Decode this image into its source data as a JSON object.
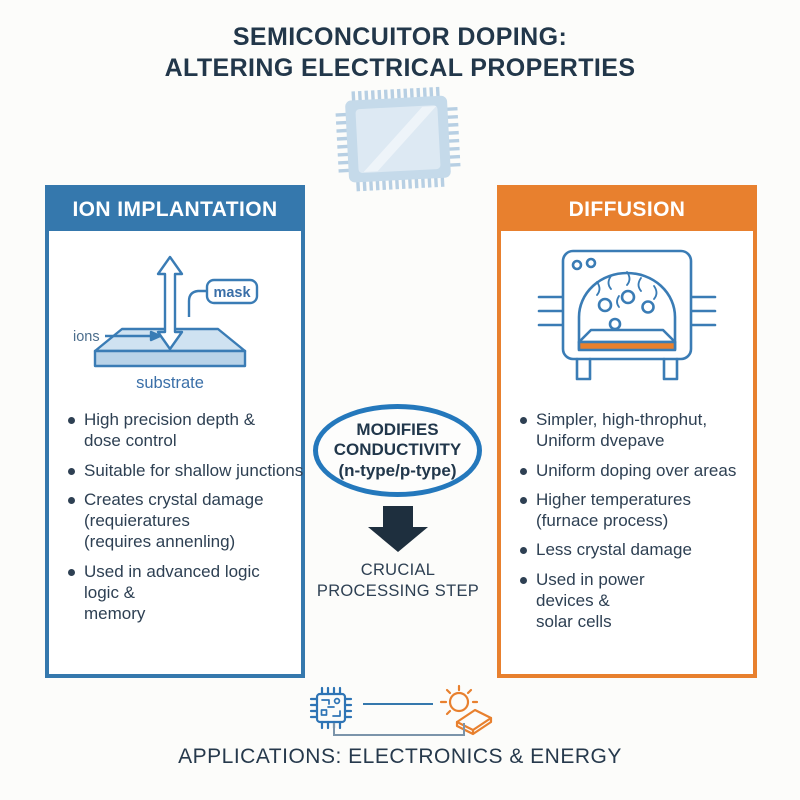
{
  "title": {
    "line1": "SEMICONCUITOR DOPING:",
    "line2": "ALTERING ELECTRICAL PROPERTIES"
  },
  "hero": {
    "icon": "microchip-illustration"
  },
  "panels": {
    "left": {
      "header": "ION IMPLANTATION",
      "accent_color": "#3578ad",
      "illustration": {
        "icon": "ion-implantation-diagram",
        "labels": {
          "mask": "mask",
          "ions": "ions",
          "substrate": "substrate"
        }
      },
      "bullets": [
        [
          "High precision depth &",
          "dose control"
        ],
        [
          "Suitable for shallow junctions"
        ],
        [
          "Creates crystal damage",
          "(requieratures",
          "(requires annenling)"
        ],
        [
          "Used in advanced logic",
          "logic &",
          "memory"
        ]
      ]
    },
    "right": {
      "header": "DIFFUSION",
      "accent_color": "#e8802e",
      "illustration": {
        "icon": "diffusion-furnace-diagram"
      },
      "bullets": [
        [
          "Simpler, high-throphut,",
          "Uniform dvepave"
        ],
        [
          "Uniform doping over areas"
        ],
        [
          "Higher temperatures",
          "(furnace process)"
        ],
        [
          "Less crystal damage"
        ],
        [
          "Used in power",
          "devices &",
          "solar cells"
        ]
      ]
    }
  },
  "center": {
    "ellipse": {
      "lines": [
        "MODIFIES",
        "CONDUCTIVITY",
        "(n-type/p-type)"
      ],
      "border_color": "#2478bc"
    },
    "arrow_icon": "down-arrow-icon",
    "caption": {
      "lines": [
        "CRUCIAL",
        "PROCESSING STEP"
      ]
    }
  },
  "footer": {
    "icons": [
      "microchip-icon",
      "solar-energy-icon"
    ],
    "caption": "APPLICATIONS: ELECTRONICS & ENERGY"
  },
  "colors": {
    "title_text": "#22374a",
    "body_text": "#2e4053",
    "blue_accent": "#3578ad",
    "orange_accent": "#e8802e",
    "ellipse_border": "#2478bc",
    "arrow_fill": "#1e2f3e",
    "illustration_stroke": "#3a7cb5",
    "chip_light_blue": "#c5daea",
    "background": "#fcfcfa"
  }
}
